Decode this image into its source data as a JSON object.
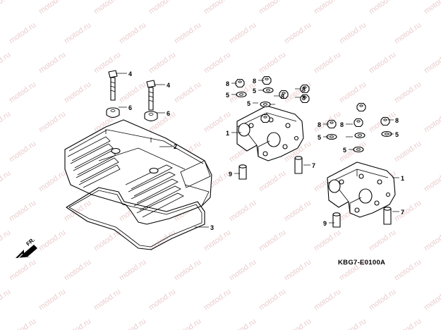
{
  "watermark": "motod.ru",
  "diagram_code": "KBG7-E0100A",
  "direction_label": "FR.",
  "callouts": {
    "c1a": "1",
    "c1b": "1",
    "c2": "2",
    "c3": "3",
    "c4a": "4",
    "c4b": "4",
    "c5a": "5",
    "c5b": "5",
    "c5c": "5",
    "c5d": "5",
    "c5e": "5",
    "c5f": "5",
    "c6a": "6",
    "c6b": "6",
    "c7a": "7",
    "c7b": "7",
    "c8a": "8",
    "c8b": "8",
    "c8c": "8",
    "c8d": "8",
    "c8e": "8",
    "c8f": "8",
    "c8g": "8",
    "c8h": "8",
    "c9a": "9",
    "c9b": "9"
  }
}
